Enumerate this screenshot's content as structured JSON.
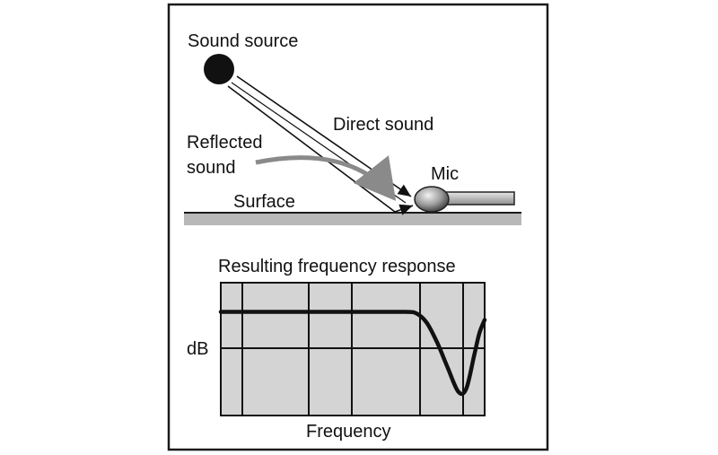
{
  "diagram": {
    "top": {
      "sound_source": "Sound source",
      "direct_sound": "Direct sound",
      "reflected_sound_line1": "Reflected",
      "reflected_sound_line2": "sound",
      "mic": "Mic",
      "surface": "Surface"
    },
    "chart": {
      "title": "Resulting frequency response",
      "ylabel": "dB",
      "xlabel": "Frequency"
    }
  },
  "colors": {
    "frame": "#1a1a1a",
    "surface": "#b8b8b8",
    "reflected_arrow": "#8a8a8a",
    "chart_bg": "#d4d4d4",
    "curve": "#111111"
  },
  "chart_data": {
    "type": "line",
    "title": "Resulting frequency response",
    "xlabel": "Frequency",
    "ylabel": "dB",
    "grid": true,
    "series": [
      {
        "x": [
          0,
          0.2,
          0.4,
          0.6,
          0.7,
          0.74,
          0.78,
          0.82,
          0.86,
          0.9,
          0.93,
          0.96,
          0.98,
          1.0
        ],
        "values": [
          0.78,
          0.78,
          0.78,
          0.78,
          0.78,
          0.77,
          0.7,
          0.55,
          0.36,
          0.18,
          0.2,
          0.45,
          0.62,
          0.72
        ]
      }
    ],
    "xlim": [
      0,
      1
    ],
    "ylim": [
      0,
      1
    ]
  }
}
